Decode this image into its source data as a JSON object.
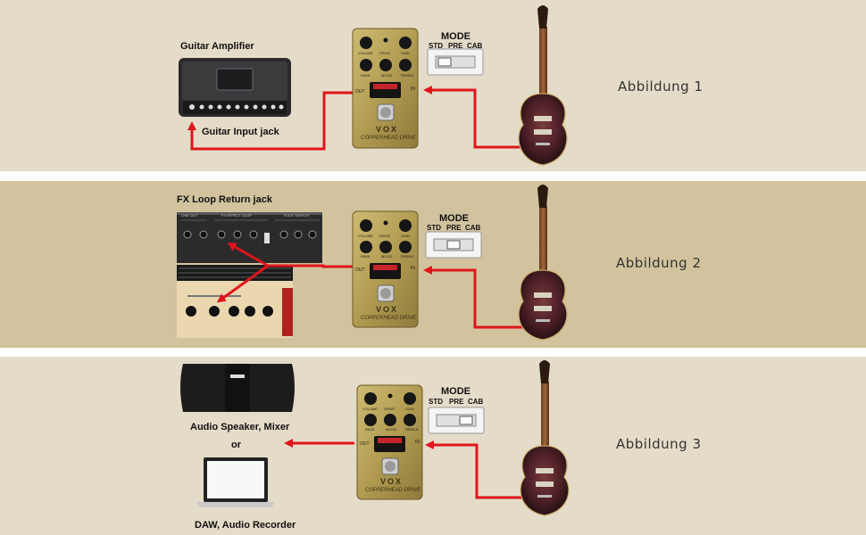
{
  "panels": [
    {
      "figure_label": "Abbildung 1",
      "mode_title": "MODE",
      "mode_options": [
        "STD",
        "PRE",
        "CAB"
      ],
      "selected_mode": "STD",
      "out_label": "OUT",
      "in_label": "IN",
      "brand": "VOX",
      "pedal_name": "COPPERHEAD DRIVE",
      "knob_labels": [
        "VOLUME",
        "DRIVE",
        "GAIN",
        "RAVE",
        "MOOD",
        "TREBLE"
      ],
      "top_label": "Guitar Amplifier",
      "bottom_label": "Guitar Input jack"
    },
    {
      "figure_label": "Abbildung 2",
      "mode_title": "MODE",
      "mode_options": [
        "STD",
        "PRE",
        "CAB"
      ],
      "selected_mode": "PRE",
      "out_label": "OUT",
      "in_label": "IN",
      "brand": "VOX",
      "pedal_name": "COPPERHEAD DRIVE",
      "knob_labels": [
        "VOLUME",
        "DRIVE",
        "GAIN",
        "RAVE",
        "MOOD",
        "TREBLE"
      ],
      "top_label": "FX Loop Return jack",
      "amp_panel_labels": [
        "LINE OUT",
        "FX EFFECT LOOP",
        "FOOT SWITCH"
      ]
    },
    {
      "figure_label": "Abbildung 3",
      "mode_title": "MODE",
      "mode_options": [
        "STD",
        "PRE",
        "CAB"
      ],
      "selected_mode": "CAB",
      "out_label": "OUT",
      "in_label": "IN",
      "brand": "VOX",
      "pedal_name": "COPPERHEAD DRIVE",
      "knob_labels": [
        "VOLUME",
        "DRIVE",
        "GAIN",
        "RAVE",
        "MOOD",
        "TREBLE"
      ],
      "speaker_label": "Audio Speaker, Mixer",
      "or_label": "or",
      "daw_label": "DAW, Audio Recorder"
    }
  ],
  "colors": {
    "panel_light": "#e4dcc8",
    "panel_dark": "#d2c39e",
    "cable": "#e0151b",
    "pedal_gold": "#b6a25a"
  }
}
